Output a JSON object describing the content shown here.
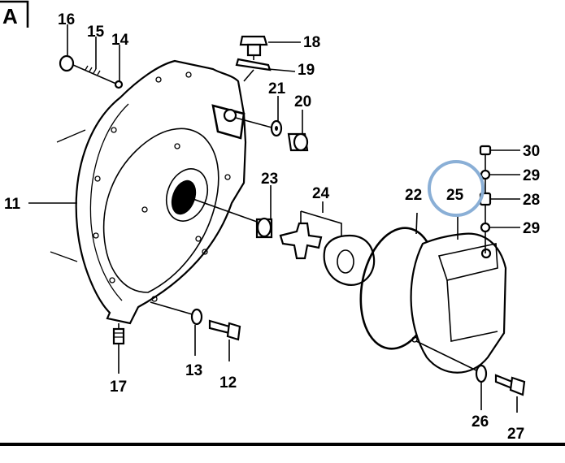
{
  "section_letter": "A",
  "highlight": {
    "color": "#8aafd6",
    "part": "25"
  },
  "callouts": {
    "c11": "11",
    "c12": "12",
    "c13": "13",
    "c14": "14",
    "c15": "15",
    "c16": "16",
    "c17": "17",
    "c18": "18",
    "c19": "19",
    "c20": "20",
    "c21": "21",
    "c22": "22",
    "c23": "23",
    "c24": "24",
    "c25": "25",
    "c26": "26",
    "c27": "27",
    "c28": "28",
    "c29a": "29",
    "c29b": "29",
    "c30": "30"
  }
}
